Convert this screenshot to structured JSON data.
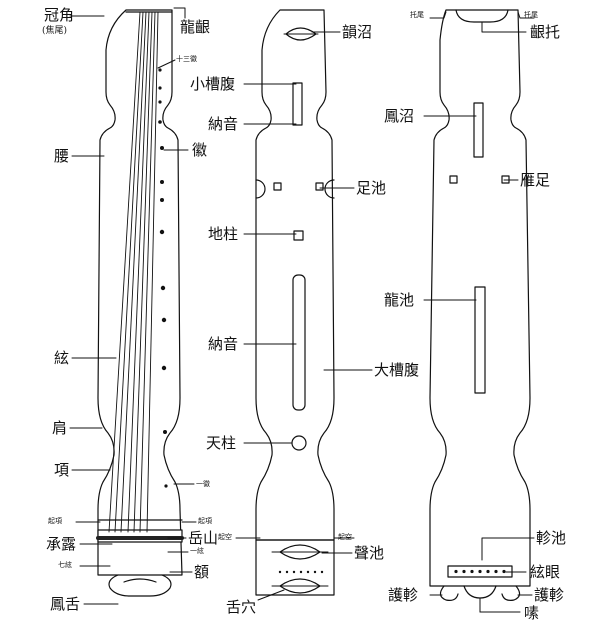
{
  "left": {
    "guanjiao": "冠角",
    "jiaowei": "(焦尾)",
    "longyin": "龍齦",
    "shisanhui": "十三徽",
    "yao": "腰",
    "hui": "徽",
    "xian": "絃",
    "jian": "肩",
    "xiang": "項",
    "yihui": "一徽",
    "qixiang": "起項",
    "chenglu": "承露",
    "qixian": "七絃",
    "yueshan": "岳山",
    "yixian": "一絃",
    "e": "額",
    "fengshe": "鳳舌"
  },
  "middle": {
    "yunzhao": "韻沼",
    "xiaocaofu": "小槽腹",
    "nayin_top": "納音",
    "zuchi": "足池",
    "dizhu": "地柱",
    "nayin_mid": "納音",
    "dacaofu": "大槽腹",
    "tianzhu": "天柱",
    "qikong_left": "起空",
    "qikong_right": "起空",
    "shengchi": "聲池",
    "shexue": "舌穴"
  },
  "right": {
    "tuowei_left": "托尾",
    "tuowei_right": "托尾",
    "yintuo": "齦托",
    "fengzhao": "鳳沼",
    "yanzu": "雁足",
    "longchi": "龍池",
    "zhenchi": "軫池",
    "xianyan": "絃眼",
    "huzhen_left": "護軫",
    "huzhen_right": "護軫",
    "sui": "嗉"
  }
}
